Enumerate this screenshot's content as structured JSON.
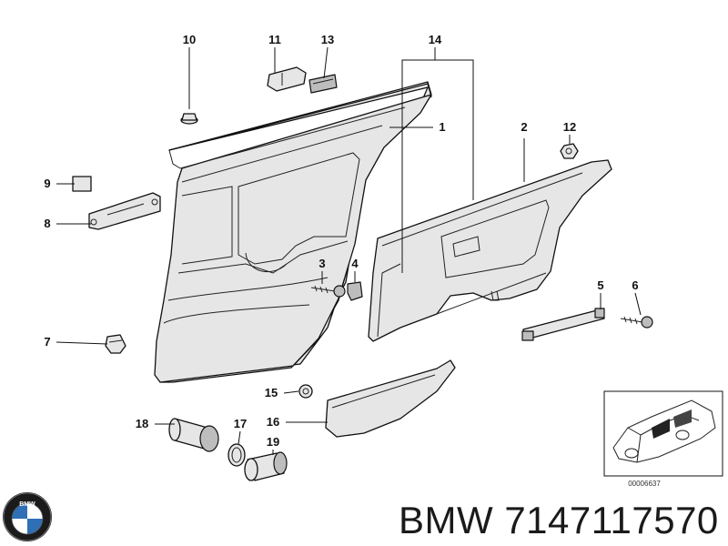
{
  "brand": {
    "name": "BMW",
    "part_number": "7147117570",
    "logo_text": "BMW"
  },
  "inset": {
    "code": "00006637"
  },
  "callouts": [
    {
      "id": "c1",
      "label": "1"
    },
    {
      "id": "c2",
      "label": "2"
    },
    {
      "id": "c3",
      "label": "3"
    },
    {
      "id": "c4",
      "label": "4"
    },
    {
      "id": "c5",
      "label": "5"
    },
    {
      "id": "c6",
      "label": "6"
    },
    {
      "id": "c7",
      "label": "7"
    },
    {
      "id": "c8",
      "label": "8"
    },
    {
      "id": "c9",
      "label": "9"
    },
    {
      "id": "c10",
      "label": "10"
    },
    {
      "id": "c11",
      "label": "11"
    },
    {
      "id": "c12",
      "label": "12"
    },
    {
      "id": "c13",
      "label": "13"
    },
    {
      "id": "c14",
      "label": "14"
    },
    {
      "id": "c15",
      "label": "15"
    },
    {
      "id": "c16",
      "label": "16"
    },
    {
      "id": "c17",
      "label": "17"
    },
    {
      "id": "c18",
      "label": "18"
    },
    {
      "id": "c19",
      "label": "19"
    }
  ]
}
